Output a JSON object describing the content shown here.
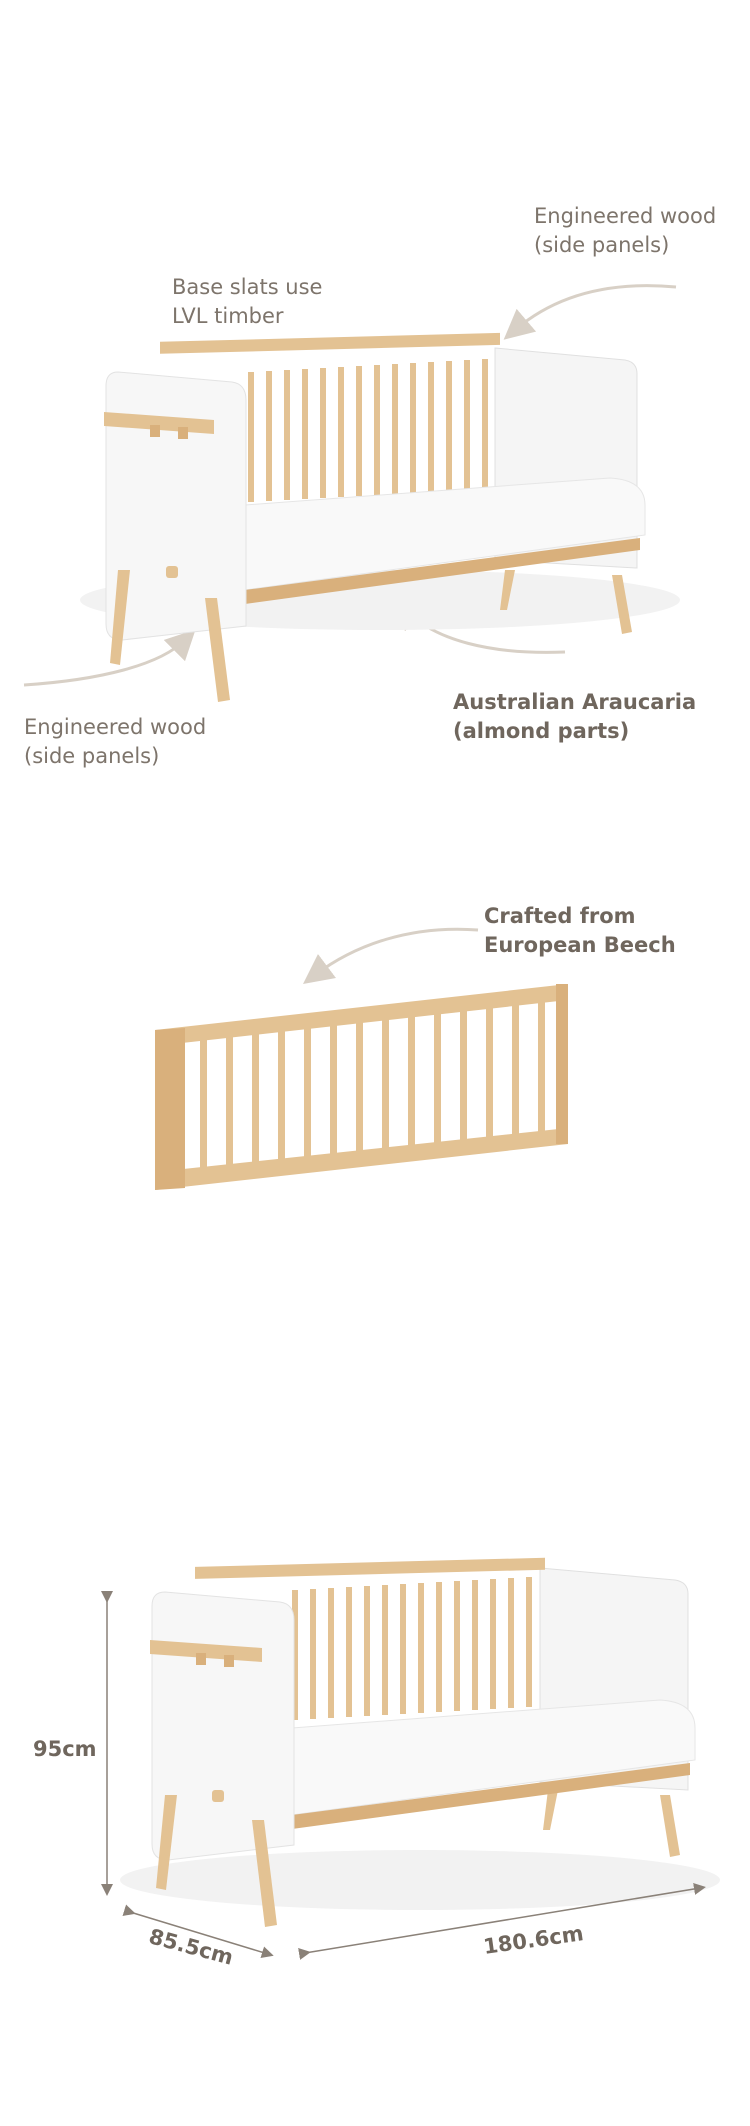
{
  "colors": {
    "wood": "#e3c293",
    "wood_dark": "#c9a06c",
    "panel": "#f7f7f7",
    "panel_edge": "#e2e2e2",
    "arrow": "#d8d0c6",
    "text": "#7d746b"
  },
  "section1": {
    "label_side_panels_top": "Engineered wood\n(side panels)",
    "label_base_slats": "Base slats use\nLVL timber",
    "label_side_panels_bottom": "Engineered wood\n(side panels)",
    "label_araucaria": "Australian Araucaria\n(almond parts)"
  },
  "section2": {
    "label_beech": "Crafted from\n European Beech"
  },
  "section3": {
    "height": "95cm",
    "depth": "85.5cm",
    "width": "180.6cm"
  }
}
